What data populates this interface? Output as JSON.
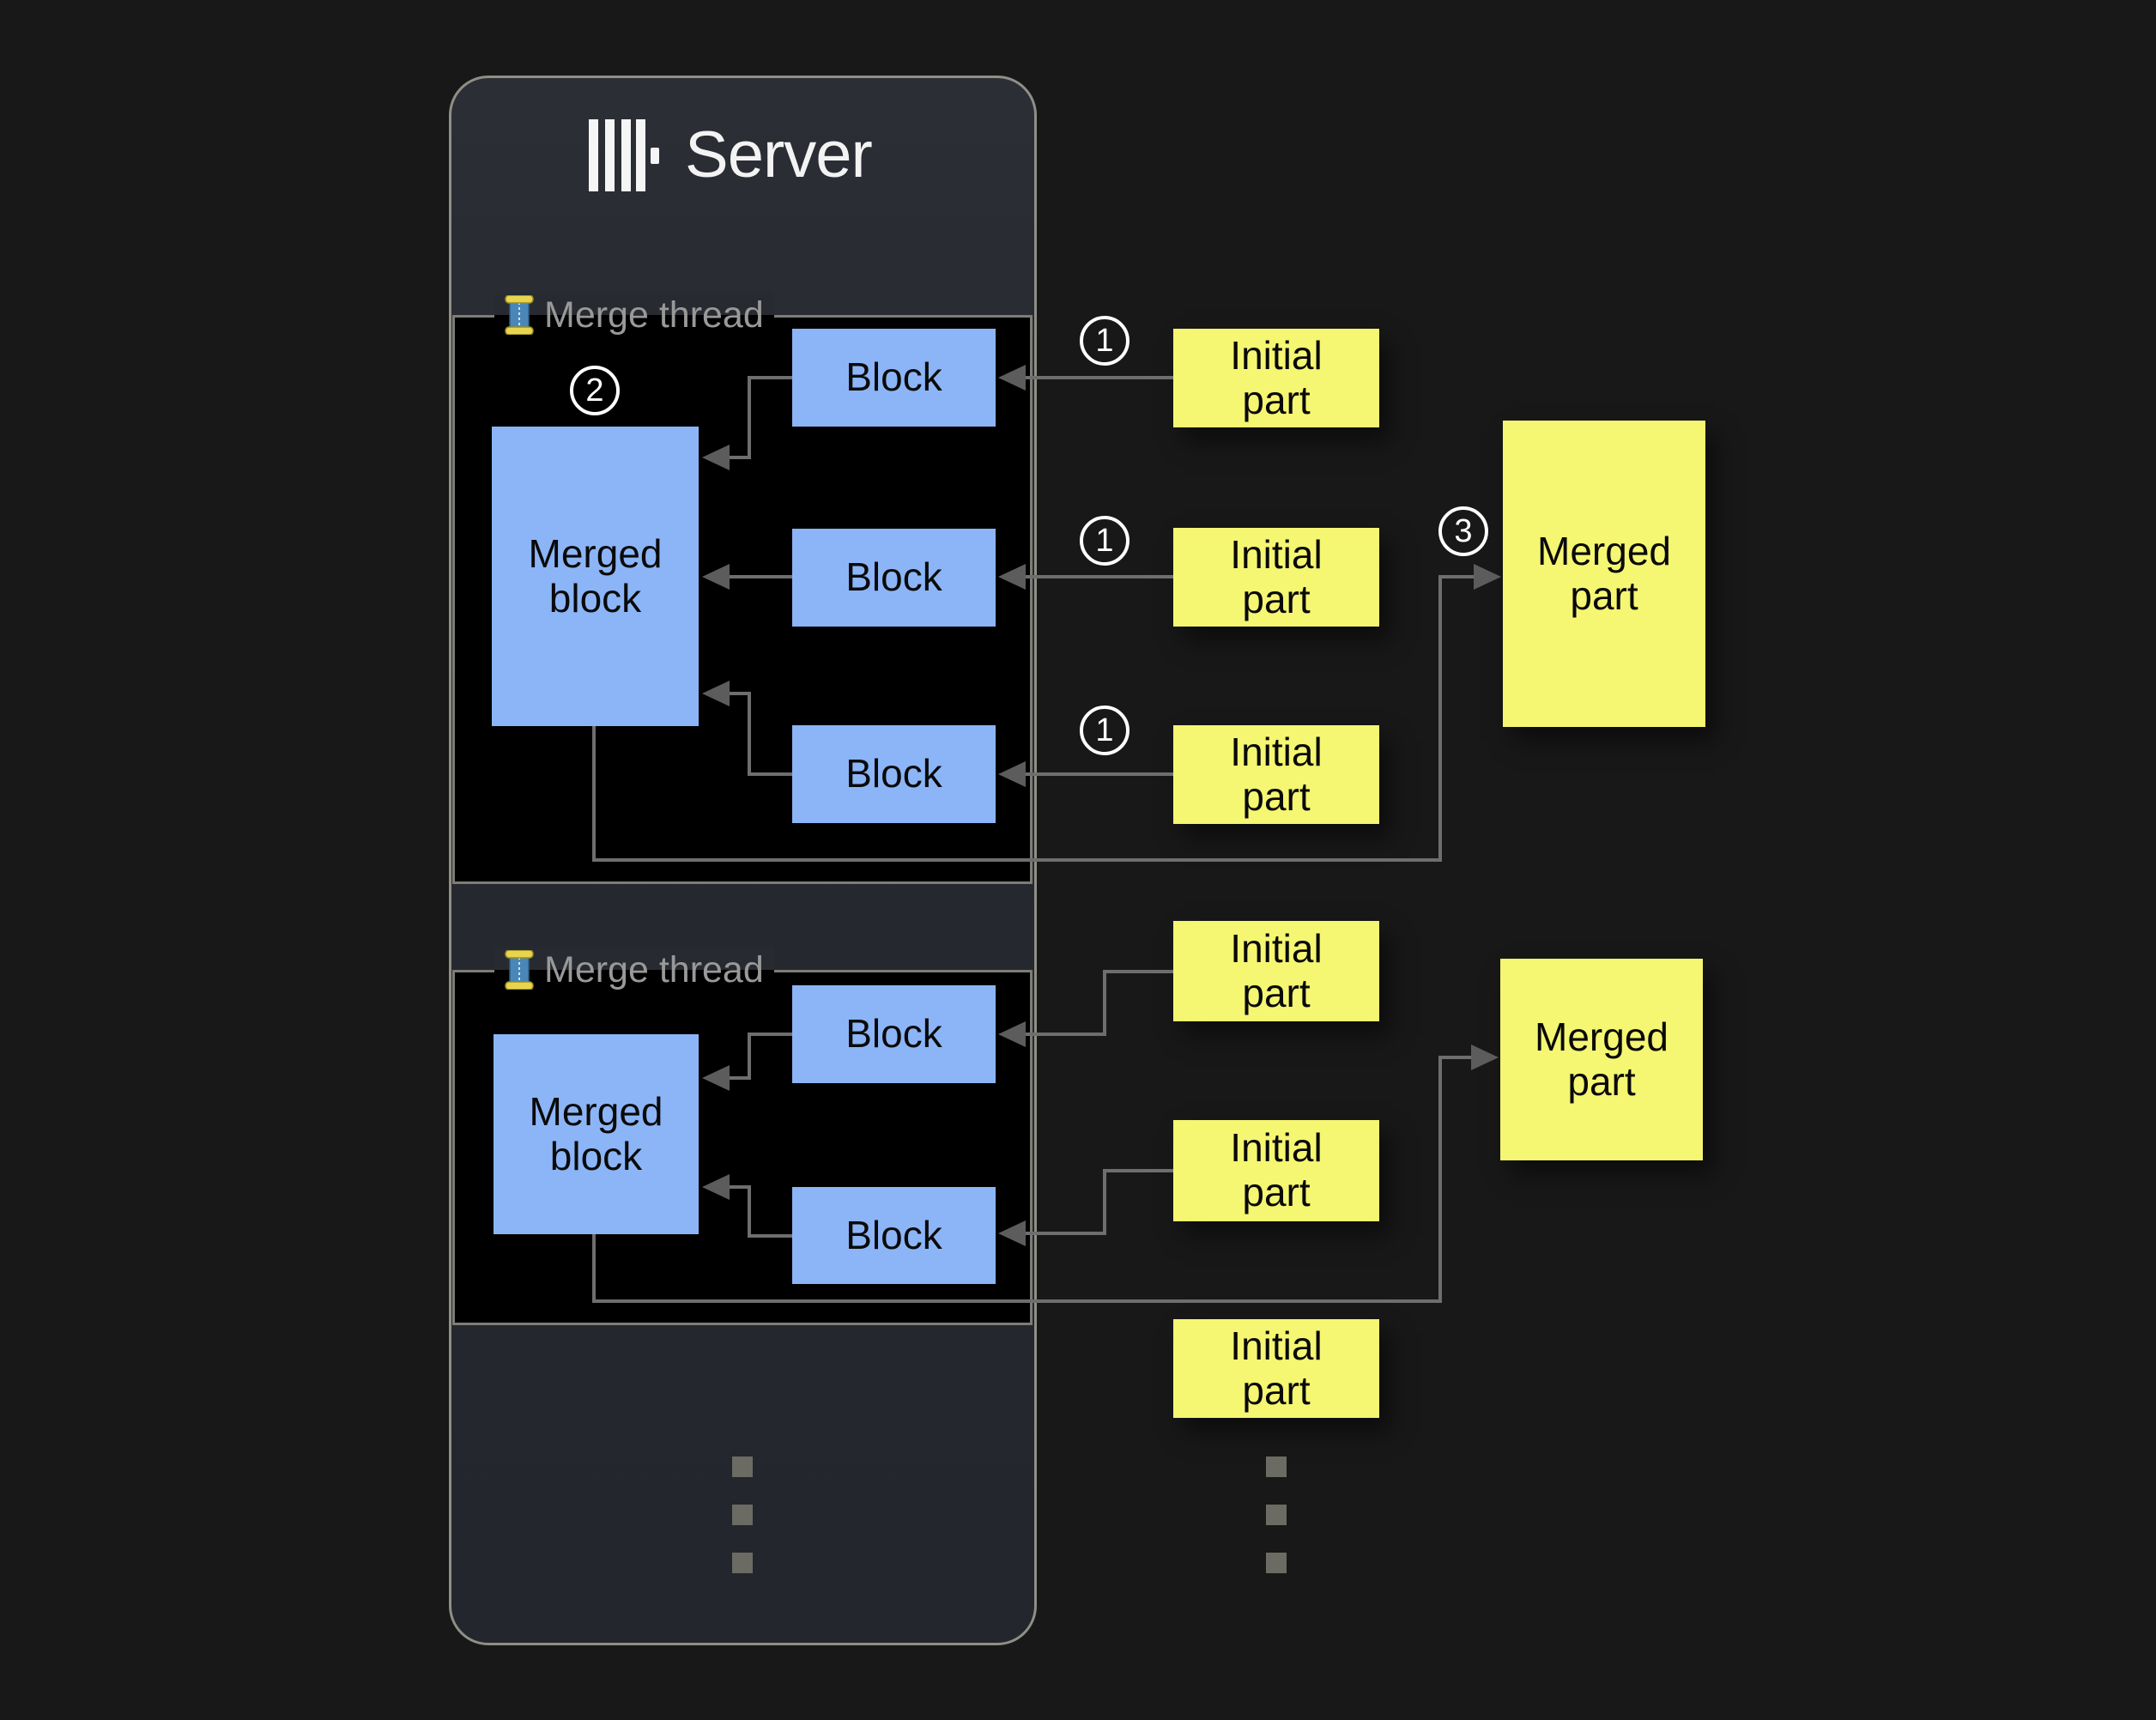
{
  "server": {
    "title": "Server"
  },
  "threads": [
    {
      "label": "Merge thread",
      "merged_block_label": "Merged block",
      "block_labels": [
        "Block",
        "Block",
        "Block"
      ]
    },
    {
      "label": "Merge thread",
      "merged_block_label": "Merged block",
      "block_labels": [
        "Block",
        "Block"
      ]
    }
  ],
  "parts": {
    "initial_label": "Initial part",
    "merged_label": "Merged part"
  },
  "steps": {
    "s1": "1",
    "s2": "2",
    "s3": "3"
  },
  "colors": {
    "bg": "#181818",
    "panel": "#282a31",
    "panelborder": "#8f8f86",
    "boxborder": "#7d7d75",
    "blue": "#8cb5f7",
    "yellow": "#f5f672",
    "line": "#6e6e6e",
    "arrowhead": "#5c5c5c",
    "labelgray": "#999999",
    "titlewhite": "#f3f3f3",
    "dots": "#6b6b63"
  }
}
